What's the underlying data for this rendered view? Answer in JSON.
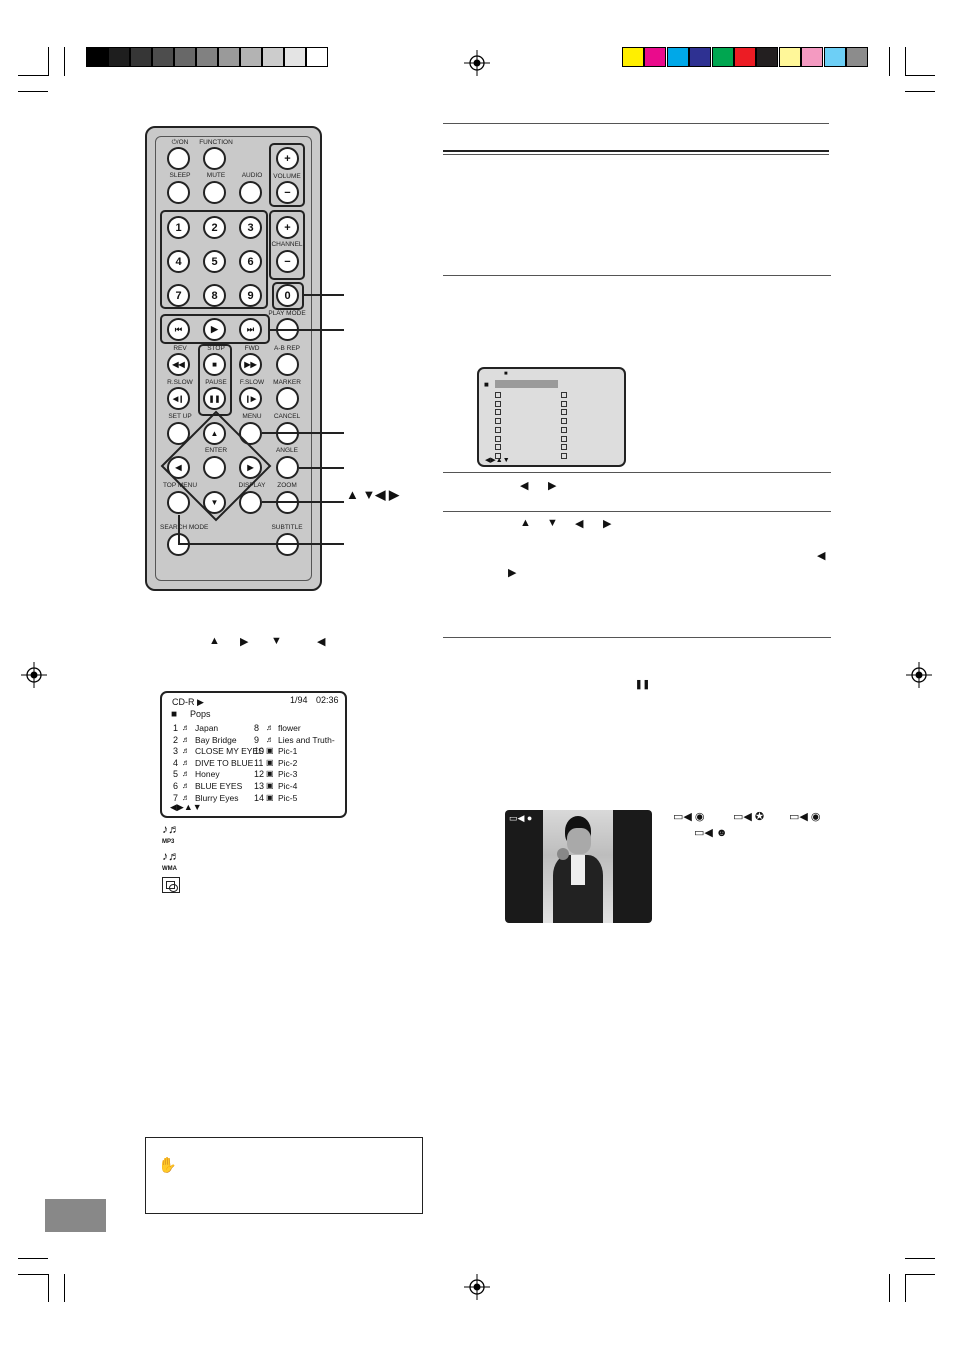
{
  "remote": {
    "power_label": "⏻/ON",
    "function_label": "FUNCTION",
    "sleep_label": "SLEEP",
    "mute_label": "MUTE",
    "audio_label": "AUDIO",
    "volume_label": "VOLUME",
    "channel_label": "CHANNEL",
    "play_mode_label": "PLAY MODE",
    "rev_label": "REV",
    "stop_label": "STOP",
    "fwd_label": "FWD",
    "ab_rep_label": "A-B REP",
    "rslow_label": "R.SLOW",
    "pause_label": "PAUSE",
    "fslow_label": "F.SLOW",
    "marker_label": "MARKER",
    "setup_label": "SET UP",
    "menu_label": "MENU",
    "cancel_label": "CANCEL",
    "enter_label": "ENTER",
    "angle_label": "ANGLE",
    "top_menu_label": "TOP MENU",
    "display_label": "DISPLAY",
    "zoom_label": "ZOOM",
    "search_mode_label": "SEARCH MODE",
    "subtitle_label": "SUBTITLE",
    "digits": [
      "1",
      "2",
      "3",
      "4",
      "5",
      "6",
      "7",
      "8",
      "9",
      "0"
    ],
    "plus": "+",
    "minus": "−"
  },
  "arrows_label": "▲ ▼◀ ▶",
  "left_instruction_arrows": [
    "▲",
    "▶",
    "▼",
    "◀"
  ],
  "cdr_screen": {
    "disc": "CD-R ▶",
    "track_count": "1/94",
    "time": "02:36",
    "folder": "Pops",
    "left_items": [
      {
        "n": "1",
        "name": "Japan"
      },
      {
        "n": "2",
        "name": "Bay Bridge"
      },
      {
        "n": "3",
        "name": "CLOSE MY EYES"
      },
      {
        "n": "4",
        "name": "DIVE TO BLUE"
      },
      {
        "n": "5",
        "name": "Honey"
      },
      {
        "n": "6",
        "name": "BLUE EYES"
      },
      {
        "n": "7",
        "name": "Blurry Eyes"
      }
    ],
    "right_items": [
      {
        "n": "8",
        "name": "flower"
      },
      {
        "n": "9",
        "name": "Lies and Truth-"
      },
      {
        "n": "10",
        "name": "Pic-1"
      },
      {
        "n": "11",
        "name": "Pic-2"
      },
      {
        "n": "12",
        "name": "Pic-3"
      },
      {
        "n": "13",
        "name": "Pic-4"
      },
      {
        "n": "14",
        "name": "Pic-5"
      }
    ],
    "nav": "◀▶▲▼"
  },
  "legend": {
    "mp3": "MP3",
    "wma": "WMA"
  },
  "small_screen": {
    "nav": "◀▶▲▼"
  },
  "right_arrows_1": [
    "◀",
    "▶"
  ],
  "right_arrows_2": [
    "▲",
    "▼",
    "◀",
    "▶"
  ],
  "right_arrows_3": [
    "◀",
    "▶"
  ],
  "pause_symbol": "❚❚",
  "colors": {
    "gray_bars": [
      "#000000",
      "#1e1e1e",
      "#363636",
      "#4d4d4d",
      "#686868",
      "#818181",
      "#9a9a9a",
      "#b3b3b3",
      "#cccccc",
      "#e4e4e4",
      "#ffffff"
    ],
    "color_bars": [
      "#ffef00",
      "#ea0b8c",
      "#00a8e8",
      "#2e3192",
      "#00a650",
      "#ec1c24",
      "#231f20",
      "#fff799",
      "#f49ac1",
      "#6dcff6",
      "#8c8c8c"
    ]
  }
}
